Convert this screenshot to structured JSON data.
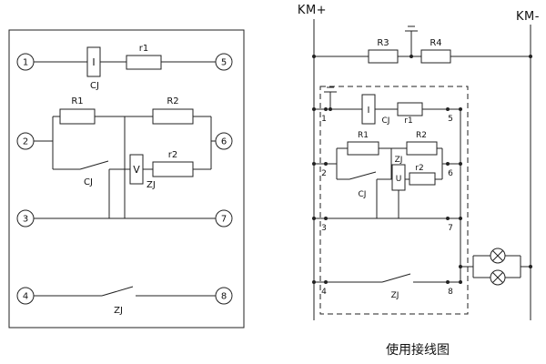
{
  "colors": {
    "ink": "#222222",
    "background": "#ffffff"
  },
  "left_panel": {
    "terminals": [
      "1",
      "2",
      "3",
      "4",
      "5",
      "6",
      "7",
      "8"
    ],
    "current_coil": {
      "symbol": "I",
      "label": "CJ"
    },
    "voltage_coil": {
      "symbol": "V",
      "label": "ZJ"
    },
    "resistors": {
      "r1": "r1",
      "R1": "R1",
      "R2": "R2",
      "r2": "r2"
    },
    "contacts": {
      "cj": "CJ",
      "zj": "ZJ"
    }
  },
  "right_panel": {
    "bus_positive": "KM+",
    "bus_negative": "KM-",
    "terminals": [
      "1",
      "2",
      "3",
      "4",
      "5",
      "6",
      "7",
      "8"
    ],
    "current_coil": {
      "symbol": "I",
      "label": "CJ"
    },
    "voltage_coil": {
      "symbol": "U",
      "label": "ZJ"
    },
    "resistors": {
      "R3": "R3",
      "R4": "R4",
      "r1": "r1",
      "R1": "R1",
      "R2": "R2",
      "r2": "r2"
    },
    "contacts": {
      "cj": "CJ",
      "zj": "ZJ"
    },
    "caption": "使用接线图"
  }
}
